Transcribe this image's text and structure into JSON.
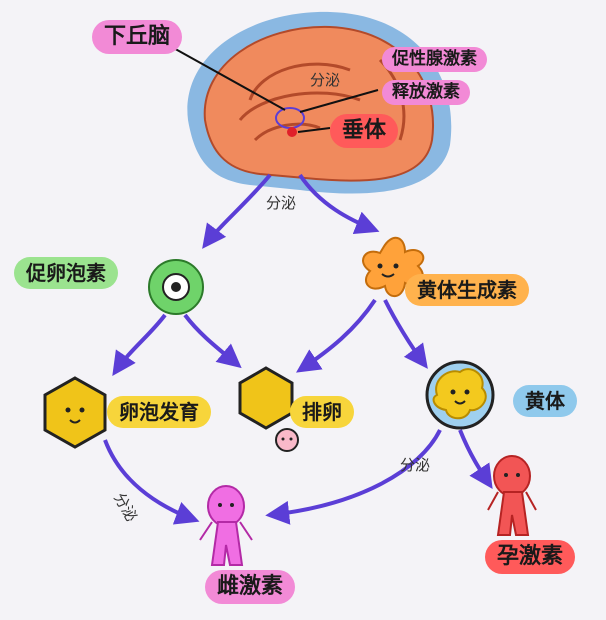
{
  "labels": {
    "hypothalamus": "下丘脑",
    "gnrh": "促性腺激素",
    "releasing": "释放激素",
    "pituitary": "垂体",
    "secrete_top": "分泌",
    "secrete_mid": "分泌",
    "fsh": "促卵泡素",
    "lh": "黄体生成素",
    "follicle": "卵泡发育",
    "ovulation": "排卵",
    "corpus": "黄体",
    "secrete_left": "分泌",
    "secrete_right": "分泌",
    "estrogen": "雌激素",
    "progesterone": "孕激素"
  },
  "colors": {
    "arrow": "#5b3ed6",
    "brain": "#f08a5d",
    "pill_pink": "#f28ad6",
    "pill_red": "#ff5a5a"
  }
}
